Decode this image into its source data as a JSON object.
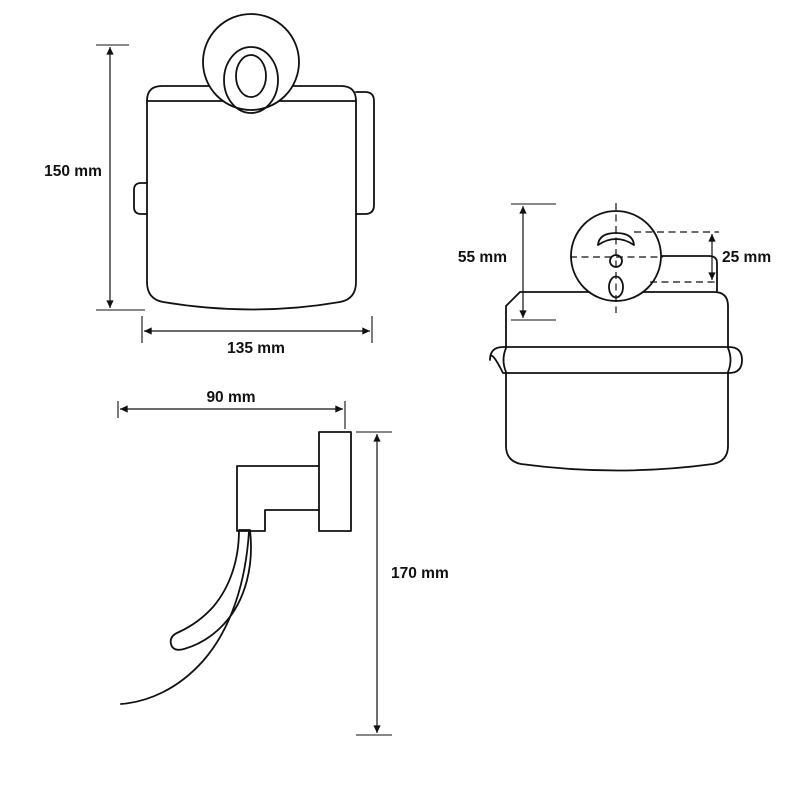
{
  "page": {
    "background": "#ffffff",
    "line_color": "#111111"
  },
  "drawing": {
    "type": "technical-drawing",
    "dimensions": {
      "front_height": "150 mm",
      "front_width": "135 mm",
      "mount_left": "55 mm",
      "mount_right": "25 mm",
      "side_depth": "90 mm",
      "side_height": "170 mm"
    }
  }
}
